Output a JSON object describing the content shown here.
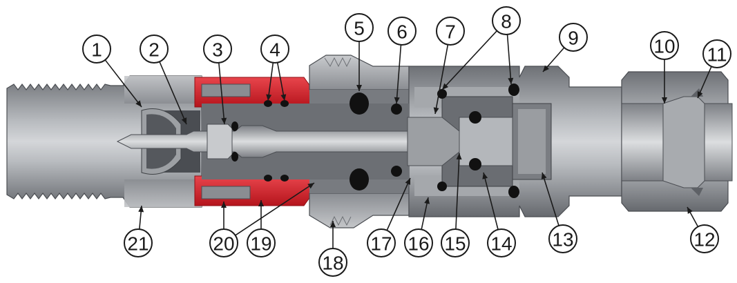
{
  "colors": {
    "background": "#ffffff",
    "metal_dark": "#5e6166",
    "metal_mid": "#8a8d92",
    "metal_light": "#b4b7bb",
    "metal_highlight": "#d2d4d7",
    "cavity": "#3d4044",
    "seal": "#111111",
    "sleeve_red": "#d6202a",
    "ink": "#1a1a1a"
  },
  "callouts": [
    {
      "label": "1"
    },
    {
      "label": "2"
    },
    {
      "label": "3"
    },
    {
      "label": "4"
    },
    {
      "label": "5"
    },
    {
      "label": "6"
    },
    {
      "label": "7"
    },
    {
      "label": "8"
    },
    {
      "label": "9"
    },
    {
      "label": "10"
    },
    {
      "label": "11"
    },
    {
      "label": "12"
    },
    {
      "label": "13"
    },
    {
      "label": "14"
    },
    {
      "label": "15"
    },
    {
      "label": "16"
    },
    {
      "label": "17"
    },
    {
      "label": "18"
    },
    {
      "label": "19"
    },
    {
      "label": "20"
    },
    {
      "label": "21"
    }
  ]
}
